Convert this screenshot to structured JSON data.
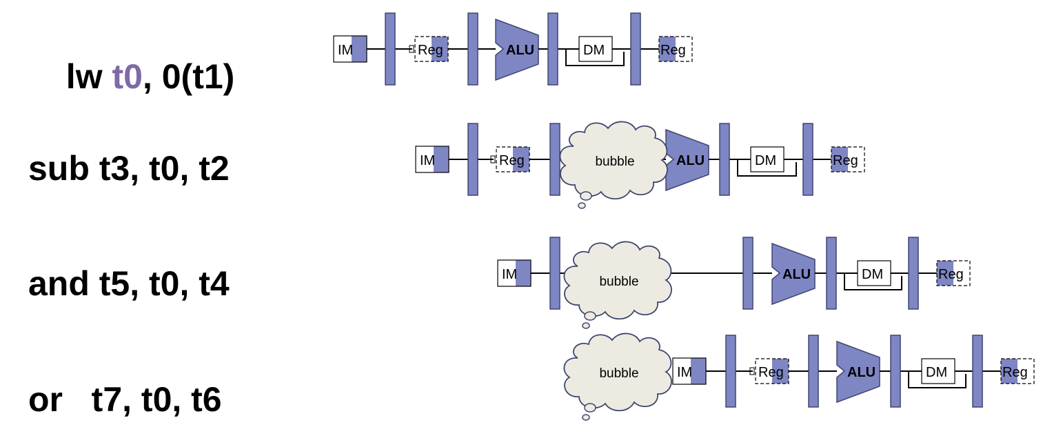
{
  "colors": {
    "accent": "#7f6aa6",
    "stage_fill": "#7f86c4",
    "stage_stroke": "#3f456f",
    "cloud_fill": "#edebe1"
  },
  "labels": {
    "im": "IM",
    "reg": "Reg",
    "alu": "ALU",
    "dm": "DM",
    "bubble": "bubble"
  },
  "instructions": [
    {
      "op": "lw ",
      "dest": "t0",
      "rest": ", 0(t1)"
    },
    {
      "text": "sub t3, t0, t2"
    },
    {
      "text": "and t5, t0, t4"
    },
    {
      "text": "or   t7, t0, t6"
    }
  ]
}
